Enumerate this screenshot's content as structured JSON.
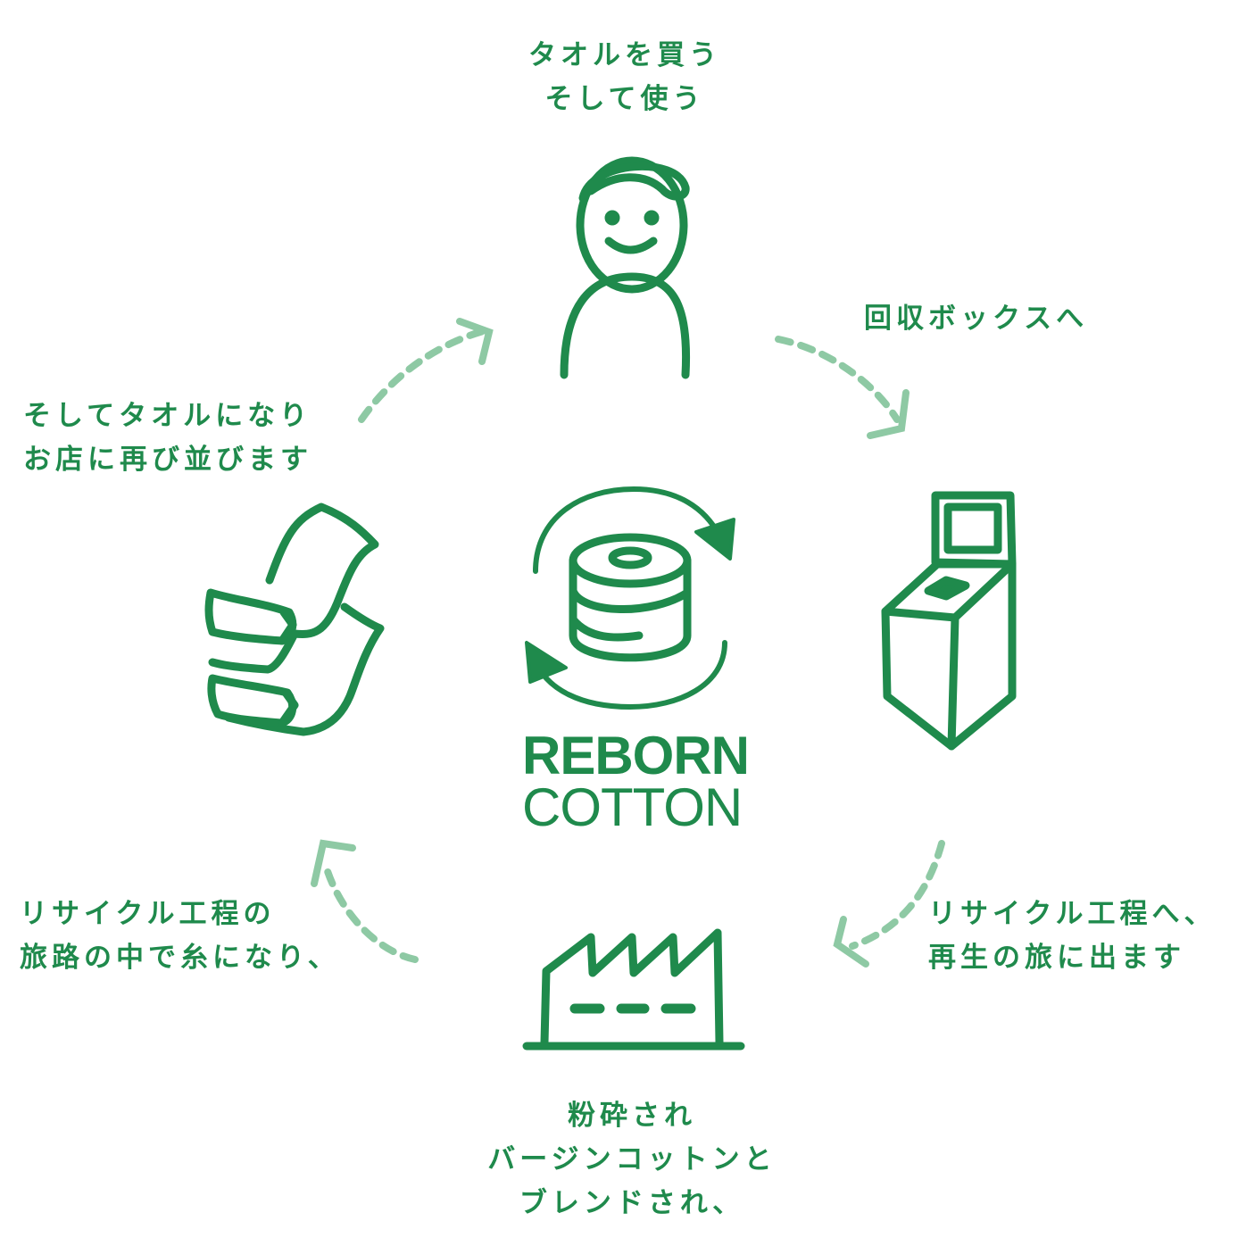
{
  "colors": {
    "primary_green": "#1f8a4c",
    "arrow_green": "#8ec9a4",
    "background": "#ffffff"
  },
  "icons": [
    "smiling-person-icon",
    "recycle-box-icon",
    "factory-icon",
    "towel-stack-icon",
    "cotton-roll-recycle-icon"
  ],
  "steps": {
    "buy": {
      "lines": [
        "タオルを買う",
        "そして使う"
      ]
    },
    "box": {
      "lines": [
        "回収ボックスへ"
      ]
    },
    "process": {
      "lines": [
        "リサイクル工程へ、",
        "再生の旅に出ます"
      ]
    },
    "crush": {
      "lines": [
        "粉砕され",
        "バージンコットンと",
        "ブレンドされ、"
      ]
    },
    "yarn": {
      "lines": [
        "リサイクル工程の",
        "旅路の中で糸になり、"
      ]
    },
    "reborn": {
      "lines": [
        "そしてタオルになり",
        "お店に再び並びます"
      ]
    }
  },
  "brand": {
    "line1": "REBORN",
    "line2": "COTTON"
  }
}
